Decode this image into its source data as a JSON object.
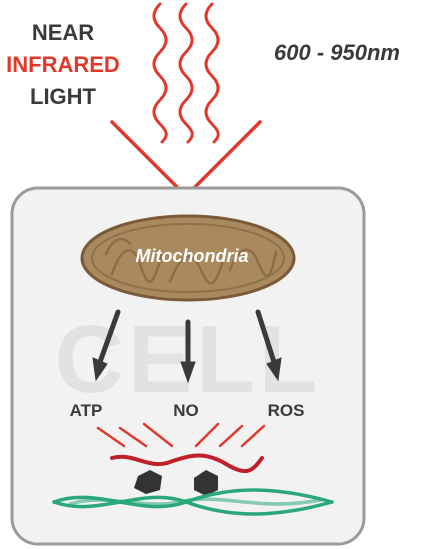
{
  "title": {
    "line1": "NEAR",
    "line2": "INFRARED",
    "line3": "LIGHT"
  },
  "wavelength": "600 - 950nm",
  "cell_label": "CELL",
  "mitochondria_label": "Mitochondria",
  "products": [
    "ATP",
    "NO",
    "ROS"
  ],
  "colors": {
    "red_light": "#e0392b",
    "text_dark": "#3a3a3a",
    "cell_border": "#9a9a9a",
    "cell_fill": "#f2f2f2",
    "watermark": "#e2e2e2",
    "mito_outer": "#7a5a38",
    "mito_fill": "#a98a5f",
    "mito_inner": "#8a6b45",
    "arrow": "#3a3a3a",
    "dna_red": "#c0202a",
    "dna_green": "#2aa87a",
    "protein": "#333333"
  },
  "icons": [
    "light-wave-icon",
    "light-arrow-icon",
    "mitochondria-icon",
    "down-arrow-icon",
    "dna-strand-icon",
    "protein-icon"
  ]
}
